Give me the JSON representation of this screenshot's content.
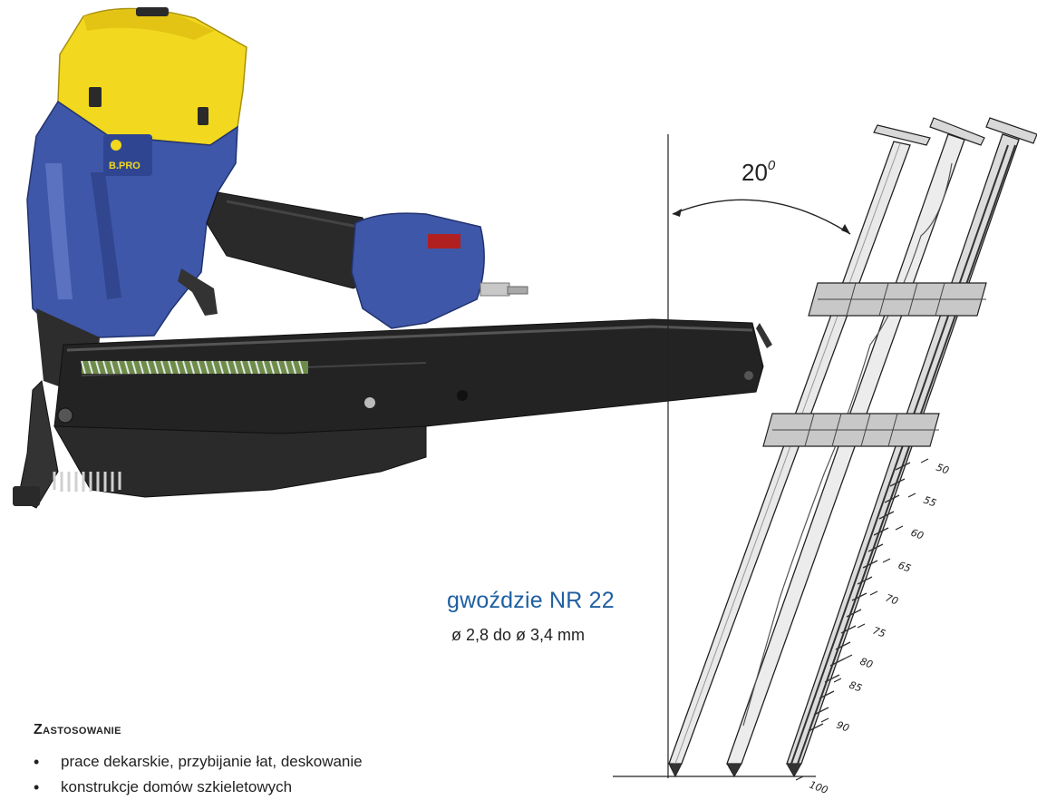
{
  "product": {
    "brand_badge": "B.PRO",
    "nail_type": "gwoździe NR 22",
    "diameter_range": "ø 2,8 do ø 3,4 mm",
    "angle_value": "20",
    "angle_unit": "0"
  },
  "usage": {
    "heading": "Zastosowanie",
    "items": [
      "prace dekarskie, przybijanie łat, deskowanie",
      "konstrukcje domów szkieletowych"
    ]
  },
  "nail_scale": [
    "50",
    "55",
    "60",
    "65",
    "70",
    "75",
    "80",
    "85",
    "90",
    "100"
  ],
  "colors": {
    "title_blue": "#1f5fa2",
    "tool_yellow": "#f2d81e",
    "tool_blue": "#3e57a8",
    "tool_dark": "#2a2a2a"
  }
}
